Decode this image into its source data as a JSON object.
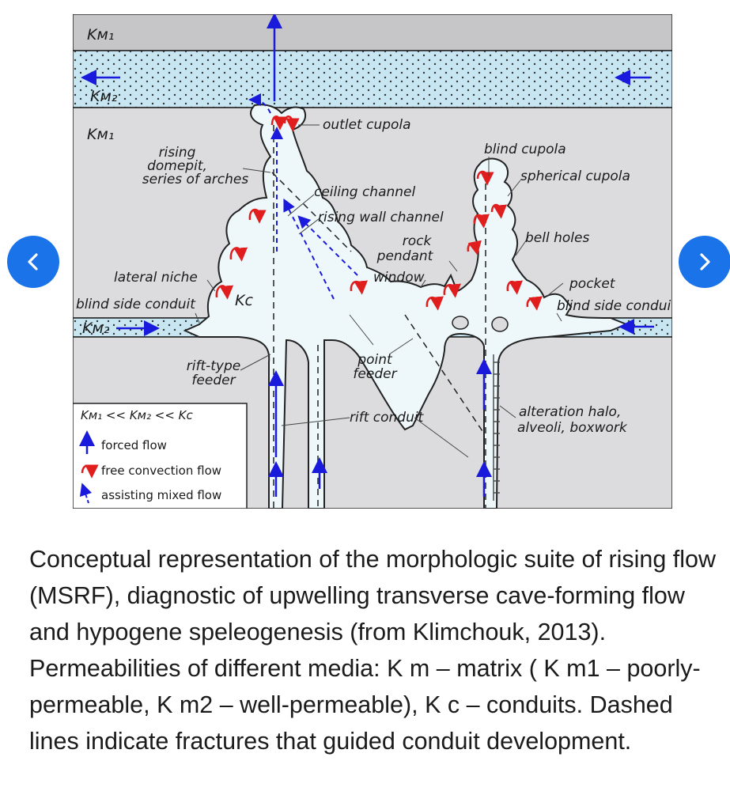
{
  "nav": {
    "prev_icon": "chevron-left-icon",
    "next_icon": "chevron-right-icon",
    "accent": "#1a73e8"
  },
  "figure": {
    "layers": {
      "top": "Kм₁",
      "permeable_upper": "Kм₂",
      "massive": "Kм₁",
      "permeable_lower": "Kм₂",
      "conduit": "Kc"
    },
    "labels": {
      "outlet_cupola": "outlet cupola",
      "rising_domepit": [
        "rising",
        "domepit,",
        "series of arches"
      ],
      "ceiling_channel": "ceiling channel",
      "rising_wall_channel": "rising wall channel",
      "rock_pendant": [
        "rock",
        "pendant"
      ],
      "window": "window",
      "blind_cupola": "blind cupola",
      "spherical_cupola": "spherical cupola",
      "bell_holes": "bell holes",
      "pocket": "pocket",
      "blind_side_conduit_left": "blind side conduit",
      "blind_side_conduit_right": "blind side conduit",
      "lateral_niche": "lateral niche",
      "rift_type_feeder": [
        "rift-type",
        "feeder"
      ],
      "point_feeder": [
        "point",
        "feeder"
      ],
      "rift_conduit": "rift conduit",
      "alteration_halo": [
        "alteration halo,",
        "alveoli, boxwork"
      ]
    },
    "legend": {
      "relation": "Kм₁ << Kм₂ << Kc",
      "items": [
        "forced flow",
        "free convection flow",
        "assisting mixed flow"
      ]
    },
    "colors": {
      "forced_flow": "#1a1adc",
      "convection": "#e01e1e",
      "permeable_layer": "#c8e6f2",
      "matrix": "#dcdcde",
      "conduit": "#eef8fb",
      "top_layer": "#c6c6c8"
    }
  },
  "caption": "Conceptual representation of the morphologic suite of rising flow (MSRF), diagnostic of upwelling transverse cave-forming flow and hypogene speleogenesis (from Klimchouk, 2013). Permeabilities of different media: K m – matrix ( K m1 – poorly-permeable, K m2 – well-permeable), K c – conduits. Dashed lines indicate fractures that guided conduit development."
}
